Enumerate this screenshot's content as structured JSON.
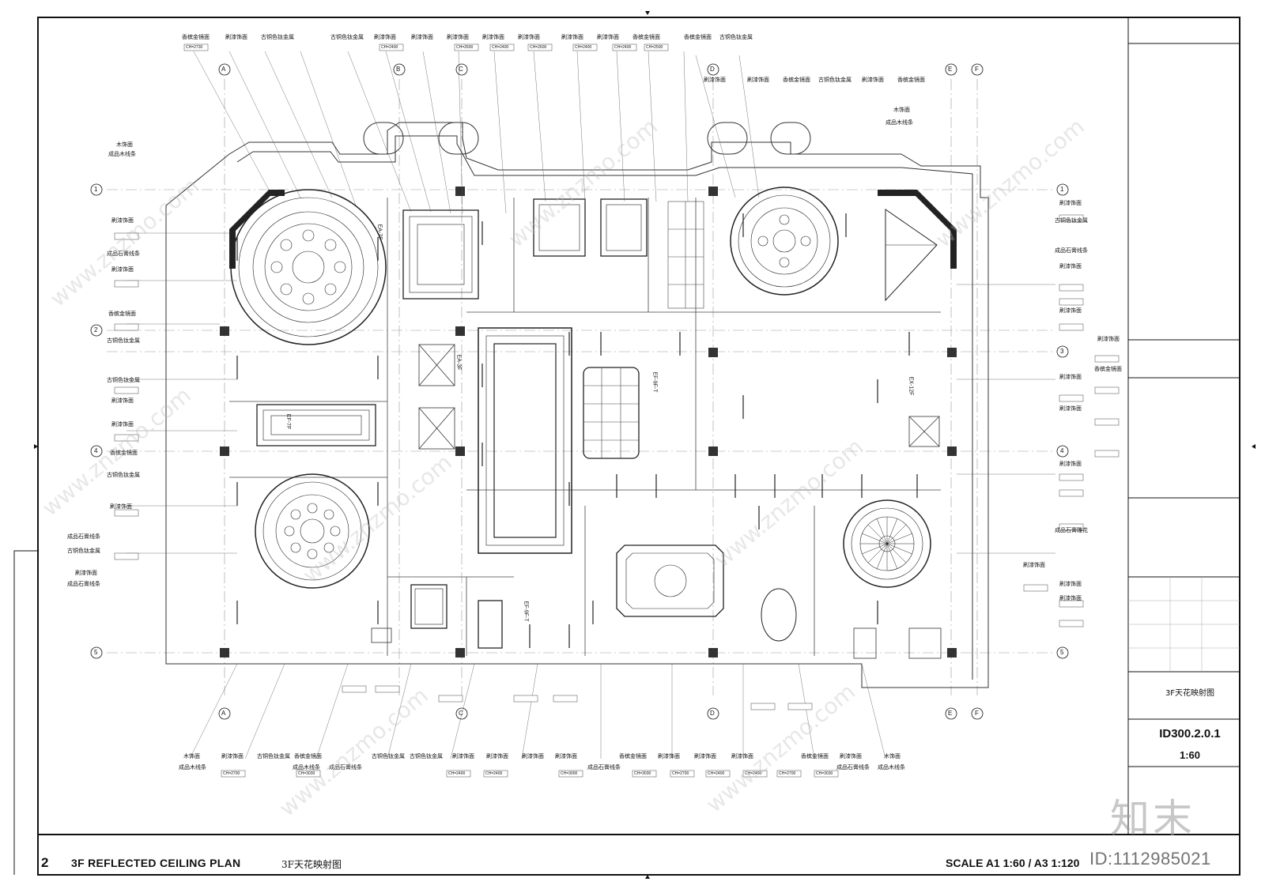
{
  "drawing": {
    "sheet_title_cn": "3F天花映射图",
    "sheet_code": "ID300.2.0.1",
    "sheet_scale": "1:60",
    "title_number": "2",
    "title_text": "3F REFLECTED CEILING PLAN",
    "title_cn": "3F天花映射图",
    "scale_text": "SCALE A1 1:60 / A3 1:120"
  },
  "grid": {
    "columns": [
      "A",
      "B",
      "C",
      "D",
      "E",
      "F"
    ],
    "rows": [
      "1",
      "2",
      "3",
      "4",
      "5"
    ]
  },
  "callouts": {
    "top_row": [
      "香槟金镜面",
      "刷漆饰面",
      "古铜色钛金属",
      "古铜色钛金属",
      "刷漆饰面",
      "刷漆饰面",
      "刷漆饰面",
      "刷漆饰面",
      "刷漆饰面",
      "刷漆饰面",
      "刷漆饰面",
      "香槟金镜面",
      "香槟金镜面",
      "古铜色钛金属"
    ],
    "top_heights": [
      "CH=2730",
      "CH=2400",
      "CH=2600",
      "CH=2400",
      "CH=2600",
      "CH=2400",
      "CH=2400",
      "CH=2500"
    ],
    "upper_right": [
      "刷漆饰面",
      "刷漆饰面",
      "香槟金镜面",
      "古铜色钛金属",
      "刷漆饰面",
      "香槟金镜面",
      "木饰面",
      "成品木线条"
    ],
    "left_side": [
      "木饰面",
      "成品木线条",
      "刷漆饰面",
      "成品石膏线条",
      "刷漆饰面",
      "香槟金镜面",
      "古铜色钛金属",
      "古铜色钛金属",
      "刷漆饰面",
      "刷漆饰面",
      "香槟金镜面",
      "古铜色钛金属",
      "刷漆饰面",
      "成品石膏线条",
      "古铜色钛金属",
      "刷漆饰面",
      "成品石膏线条"
    ],
    "right_side": [
      "刷漆饰面",
      "古铜色钛金属",
      "成品石膏线条",
      "刷漆饰面",
      "刷漆饰面",
      "刷漆饰面",
      "香槟金镜面",
      "刷漆饰面",
      "刷漆饰面",
      "刷漆饰面",
      "成品石膏雕花",
      "刷漆饰面",
      "刷漆饰面",
      "刷漆饰面"
    ],
    "bottom_row": [
      "木饰面",
      "刷漆饰面",
      "古铜色钛金属",
      "香槟金镜面",
      "古铜色钛金属",
      "古铜色钛金属",
      "刷漆饰面",
      "刷漆饰面",
      "刷漆饰面",
      "刷漆饰面",
      "香槟金镜面",
      "刷漆饰面",
      "刷漆饰面",
      "刷漆饰面",
      "香槟金镜面",
      "刷漆饰面",
      "木饰面"
    ],
    "bottom_sub": [
      "成品木线条",
      "成品石膏线条",
      "成品木线条",
      "成品石膏线条",
      "成品石膏线条",
      "成品木线条"
    ],
    "bottom_heights": [
      "CH=2700",
      "CH=3030",
      "CH=2400",
      "CH=2400",
      "CH=3000",
      "CH=3030",
      "CH=2700",
      "CH=2400",
      "CH=2400",
      "CH=2700",
      "CH=3030"
    ],
    "fixture_tags": [
      "EA-7F",
      "EA-3F",
      "EF-7F",
      "EF-9F-T",
      "EX-12F",
      "EF-9F-T"
    ]
  },
  "watermark": {
    "site": "www.znzmo.com",
    "logo": "知末",
    "id_text": "ID:1112985021"
  }
}
